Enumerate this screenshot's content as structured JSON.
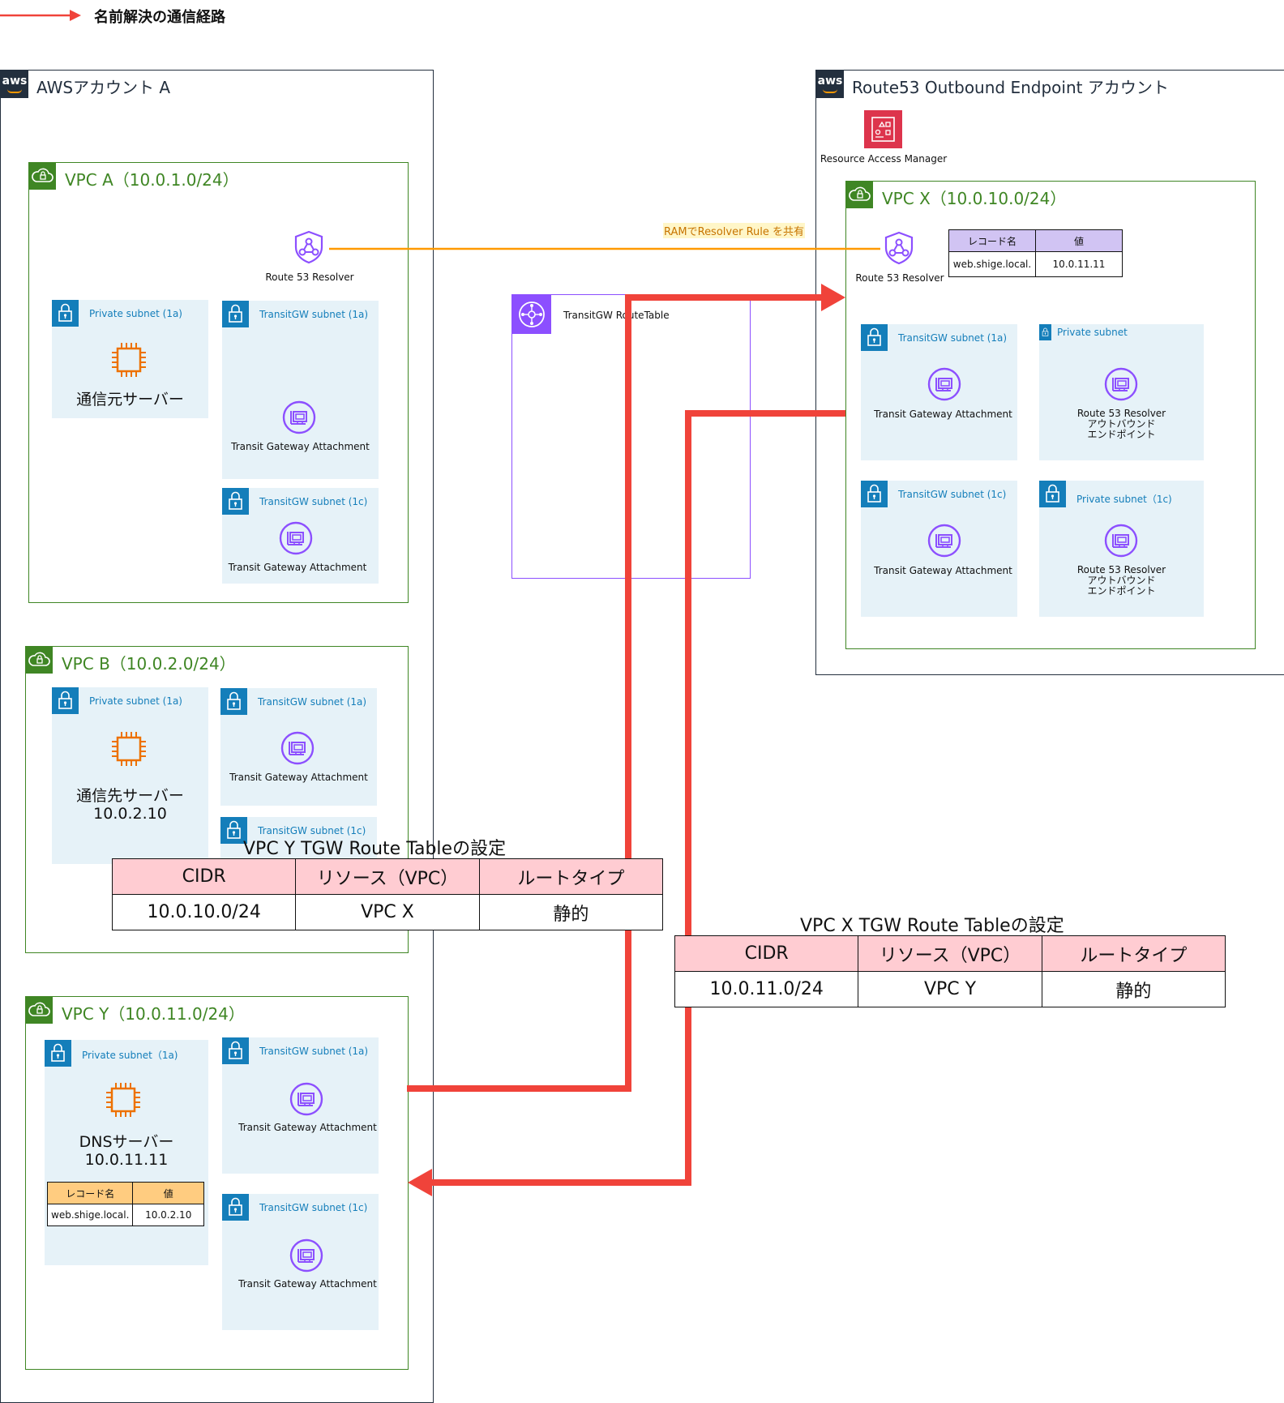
{
  "legend": {
    "label": "名前解決の通信経路"
  },
  "account_a": {
    "title": "AWSアカウント A",
    "vpc_a": {
      "title": "VPC A（10.0.1.0/24）",
      "resolver_label": "Route 53 Resolver",
      "private_subnet": {
        "title": "Private subnet (1a)",
        "server": "通信元サーバー"
      },
      "tgw_subnet_1a": {
        "title": "TransitGW subnet (1a)",
        "attachment": "Transit Gateway Attachment"
      },
      "tgw_subnet_1c": {
        "title": "TransitGW subnet (1c)",
        "attachment": "Transit Gateway Attachment"
      }
    },
    "vpc_b": {
      "title": "VPC B（10.0.2.0/24）",
      "private_subnet": {
        "title": "Private subnet (1a)",
        "server_line1": "通信先サーバー",
        "server_line2": "10.0.2.10"
      },
      "tgw_subnet_1a": {
        "title": "TransitGW subnet (1a)",
        "attachment": "Transit Gateway Attachment"
      },
      "tgw_subnet_1c": {
        "title": "TransitGW subnet (1c)"
      }
    },
    "vpc_y": {
      "title": "VPC Y（10.0.11.0/24）",
      "private_subnet": {
        "title": "Private subnet（1a)",
        "server_line1": "DNSサーバー",
        "server_line2": "10.0.11.11",
        "records": {
          "header_name": "レコード名",
          "header_value": "値",
          "name": "web.shige.local.",
          "value": "10.0.2.10"
        }
      },
      "tgw_subnet_1a": {
        "title": "TransitGW subnet (1a)",
        "attachment": "Transit Gateway Attachment"
      },
      "tgw_subnet_1c": {
        "title": "TransitGW subnet (1c)",
        "attachment": "Transit Gateway Attachment"
      }
    }
  },
  "transit_gateway": {
    "route_table_label": "TransitGW RouteTable"
  },
  "ram_share_label": "RAMでResolver Rule を共有",
  "account_x": {
    "title": "Route53 Outbound Endpoint アカウント",
    "ram_label": "Resource Access Manager",
    "vpc_x": {
      "title": "VPC X（10.0.10.0/24）",
      "resolver_label": "Route 53 Resolver",
      "records": {
        "header_name": "レコード名",
        "header_value": "値",
        "name": "web.shige.local.",
        "value": "10.0.11.11"
      },
      "tgw_subnet_1a": {
        "title": "TransitGW subnet (1a)",
        "attachment": "Transit Gateway Attachment"
      },
      "private_subnet_1a": {
        "title": "Private subnet",
        "endpoint_line1": "Route 53 Resolver",
        "endpoint_line2": "アウトバウンド",
        "endpoint_line3": "エンドポイント"
      },
      "tgw_subnet_1c": {
        "title": "TransitGW subnet (1c)",
        "attachment": "Transit Gateway Attachment"
      },
      "private_subnet_1c": {
        "title": "Private subnet（1c)",
        "endpoint_line1": "Route 53 Resolver",
        "endpoint_line2": "アウトバウンド",
        "endpoint_line3": "エンドポイント"
      }
    }
  },
  "vpc_y_route_table": {
    "title": "VPC Y TGW Route Tableの設定",
    "headers": [
      "CIDR",
      "リソース（VPC）",
      "ルートタイプ"
    ],
    "row": [
      "10.0.10.0/24",
      "VPC X",
      "静的"
    ]
  },
  "vpc_x_route_table": {
    "title": "VPC X TGW Route Tableの設定",
    "headers": [
      "CIDR",
      "リソース（VPC）",
      "ルートタイプ"
    ],
    "row": [
      "10.0.11.0/24",
      "VPC Y",
      "静的"
    ]
  },
  "colors": {
    "route_arrow": "#f0433a",
    "ram_line": "#ff9900",
    "vpc": "#3f8624",
    "subnet": "#147eba",
    "tgw": "#8c4fff"
  }
}
